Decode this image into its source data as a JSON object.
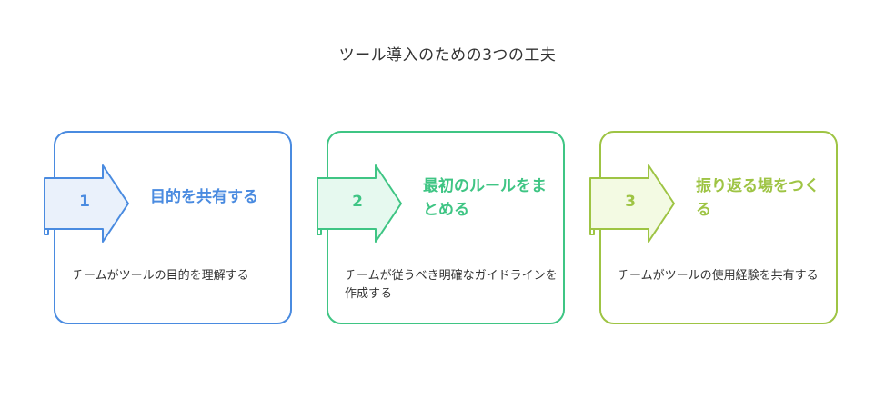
{
  "title": "ツール導入のための3つの工夫",
  "steps": [
    {
      "number": "1",
      "heading": "目的を共有する",
      "description": "チームがツールの目的を理解する",
      "color": "#4a8be0",
      "fill": "#eaf1fb"
    },
    {
      "number": "2",
      "heading": "最初のルールをまとめる",
      "description": "チームが従うべき明確なガイドラインを作成する",
      "color": "#3fc584",
      "fill": "#e6f9ef"
    },
    {
      "number": "3",
      "heading": "振り返る場をつくる",
      "description": "チームがツールの使用経験を共有する",
      "color": "#9ec444",
      "fill": "#f3fae3"
    }
  ]
}
